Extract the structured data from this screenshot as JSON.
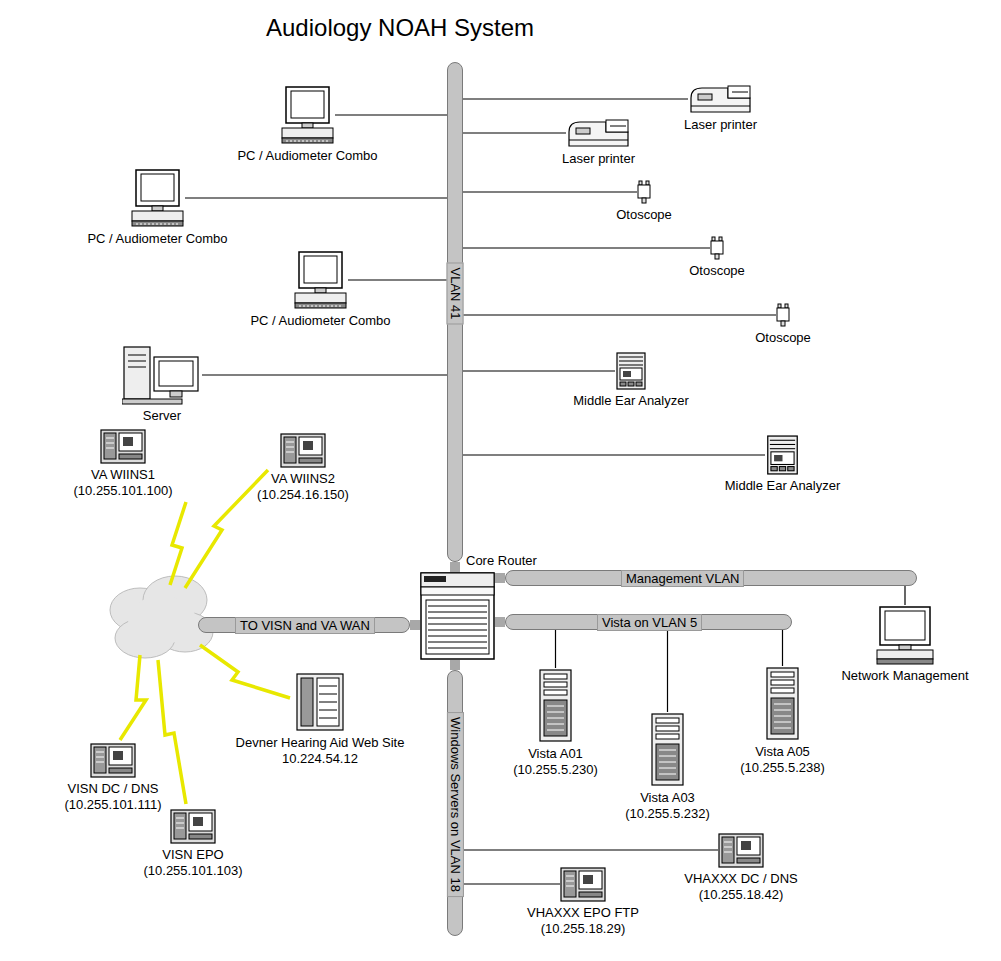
{
  "diagram": {
    "title": "Audiology NOAH System",
    "nodes": [
      {
        "text": [
          "PC / Audiometer Combo"
        ]
      },
      {
        "text": [
          "Laser printer"
        ]
      },
      {
        "text": [
          "Laser printer"
        ]
      },
      {
        "text": [
          "PC / Audiometer Combo"
        ]
      },
      {
        "text": [
          "Otoscope"
        ]
      },
      {
        "text": [
          "Otoscope"
        ]
      },
      {
        "text": [
          "PC / Audiometer Combo"
        ]
      },
      {
        "text": [
          "Otoscope"
        ]
      },
      {
        "text": [
          "Server"
        ]
      },
      {
        "text": [
          "Middle Ear Analyzer"
        ]
      },
      {
        "text": [
          "Middle Ear Analyzer"
        ]
      },
      {
        "text": [
          "VLAN 41"
        ]
      },
      {
        "text": [
          "VA WIINS1",
          "(10.255.101.100)"
        ]
      },
      {
        "text": [
          "VA WIINS2",
          "(10.254.16.150)"
        ]
      },
      {
        "text": [
          "Core Router"
        ]
      },
      {
        "text": [
          "TO VISN and VA WAN"
        ]
      },
      {
        "text": [
          "Management VLAN"
        ]
      },
      {
        "text": [
          "Vista on VLAN 5"
        ]
      },
      {
        "text": [
          "Windows Servers on VLAN 18"
        ]
      },
      {
        "text": [
          "Network Management"
        ]
      },
      {
        "text": [
          "Vista A01",
          "(10.255.5.230)"
        ]
      },
      {
        "text": [
          "Vista A03",
          "(10.255.5.232)"
        ]
      },
      {
        "text": [
          "Vista A05",
          "(10.255.5.238)"
        ]
      },
      {
        "text": [
          "Devner Hearing Aid Web Site",
          "10.224.54.12"
        ]
      },
      {
        "text": [
          "VISN DC / DNS",
          "(10.255.101.111)"
        ]
      },
      {
        "text": [
          "VISN EPO",
          "(10.255.101.103)"
        ]
      },
      {
        "text": [
          "VHAXXX DC /  DNS",
          "(10.255.18.42)"
        ]
      },
      {
        "text": [
          "VHAXXX EPO FTP",
          "(10.255.18.29)"
        ]
      }
    ],
    "edges": [
      {
        "from": 0,
        "to": 11,
        "arrow": "none"
      },
      {
        "from": 1,
        "to": 11,
        "arrow": "none"
      },
      {
        "from": 2,
        "to": 11,
        "arrow": "none"
      },
      {
        "from": 3,
        "to": 11,
        "arrow": "none"
      },
      {
        "from": 4,
        "to": 11,
        "arrow": "none"
      },
      {
        "from": 5,
        "to": 11,
        "arrow": "none"
      },
      {
        "from": 6,
        "to": 11,
        "arrow": "none"
      },
      {
        "from": 7,
        "to": 11,
        "arrow": "none"
      },
      {
        "from": 8,
        "to": 11,
        "arrow": "none"
      },
      {
        "from": 9,
        "to": 11,
        "arrow": "none"
      },
      {
        "from": 10,
        "to": 11,
        "arrow": "none"
      },
      {
        "from": 14,
        "to": 11,
        "arrow": "none"
      },
      {
        "from": 14,
        "to": 15,
        "arrow": "none"
      },
      {
        "from": 14,
        "to": 16,
        "arrow": "none"
      },
      {
        "from": 14,
        "to": 17,
        "arrow": "none"
      },
      {
        "from": 14,
        "to": 18,
        "arrow": "none"
      },
      {
        "from": 19,
        "to": 16,
        "arrow": "none"
      },
      {
        "from": 20,
        "to": 17,
        "arrow": "none"
      },
      {
        "from": 21,
        "to": 17,
        "arrow": "none"
      },
      {
        "from": 22,
        "to": 17,
        "arrow": "none"
      },
      {
        "from": 26,
        "to": 18,
        "arrow": "none"
      },
      {
        "from": 27,
        "to": 18,
        "arrow": "none"
      }
    ]
  }
}
